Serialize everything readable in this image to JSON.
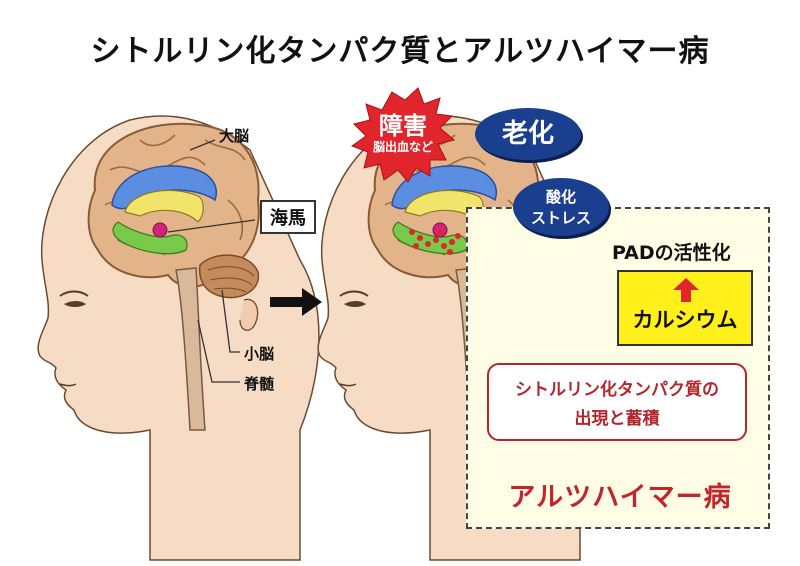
{
  "title": "シトルリン化タンパク質とアルツハイマー病",
  "labels": {
    "cerebrum": "大脳",
    "hippocampus": "海馬",
    "cerebellum": "小脳",
    "spinal_cord": "脊髄"
  },
  "burst": {
    "main": "障害",
    "sub": "脳出血など"
  },
  "aging": "老化",
  "oxidative_stress": [
    "酸化",
    "ストレス"
  ],
  "pad_activation": "PADの活性化",
  "calcium": "カルシウム",
  "citrullinated": [
    "シトルリン化タンパク質の",
    "出現と蓄積"
  ],
  "result": "アルツハイマー病",
  "colors": {
    "dark_blue": "#1b3f8f",
    "red": "#c1262b",
    "yellow": "#ffef1a",
    "panel": "#fffde6",
    "skin": "#f7dcc5",
    "brain": "#e3b48a",
    "ventricle_blue": "#5b8de0",
    "green": "#79c94a"
  }
}
